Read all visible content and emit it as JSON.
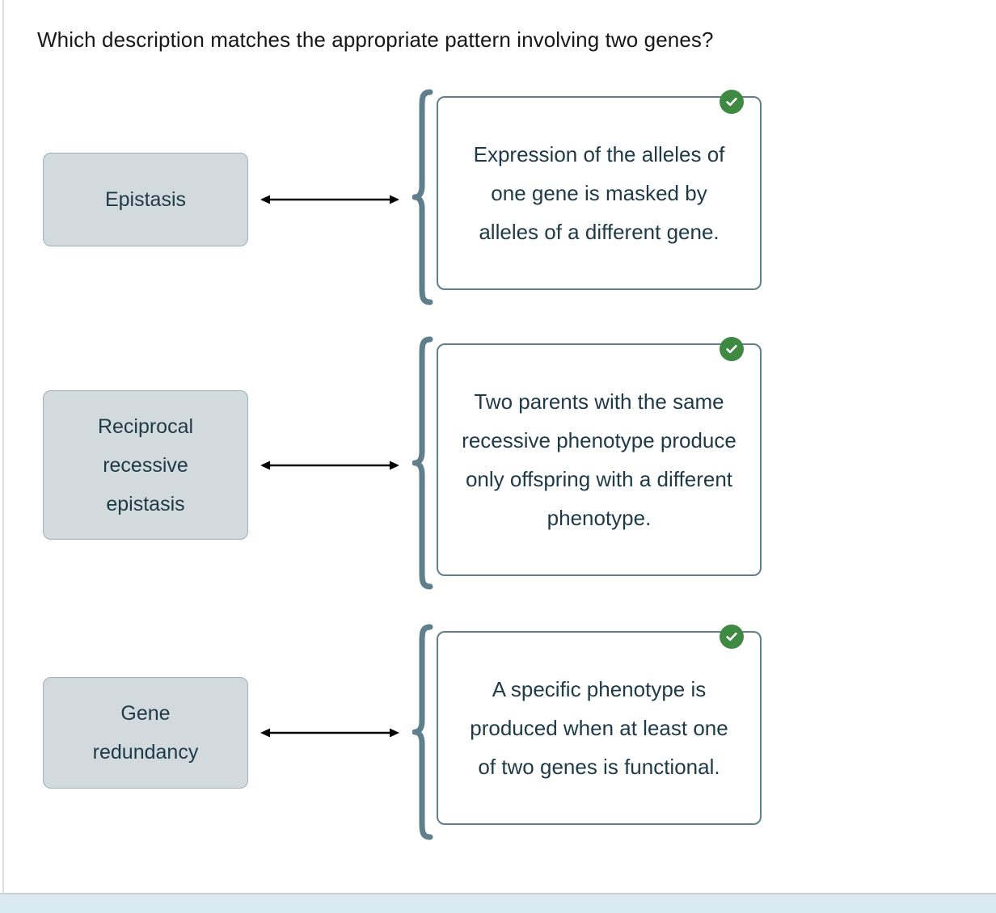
{
  "prompt": "Which description matches the appropriate pattern involving two genes?",
  "colors": {
    "term_fill": "#d2dadd",
    "term_border": "#9fb0b7",
    "card_border": "#5f7f8c",
    "brace": "#5f7f8c",
    "text": "#1e3a47",
    "check_green": "#3f8a43",
    "bottom_strip": "#d9eaf0",
    "arrow": "#000000"
  },
  "rows": [
    {
      "term_lines": [
        "Epistasis"
      ],
      "description_lines": [
        "Expression of the alleles",
        "of one gene is masked",
        "by alleles of a different",
        "gene."
      ],
      "status": "correct",
      "status_icon": "check-circle-icon"
    },
    {
      "term_lines": [
        "Reciprocal",
        "recessive",
        "epistasis"
      ],
      "description_lines": [
        "Two parents with the",
        "same recessive",
        "phenotype produce only",
        "offspring with a different",
        "phenotype."
      ],
      "status": "correct",
      "status_icon": "check-circle-icon"
    },
    {
      "term_lines": [
        "Gene",
        "redundancy"
      ],
      "description_lines": [
        "A specific phenotype is",
        "produced when at least",
        "one of two genes is",
        "functional."
      ],
      "status": "correct",
      "status_icon": "check-circle-icon"
    }
  ]
}
